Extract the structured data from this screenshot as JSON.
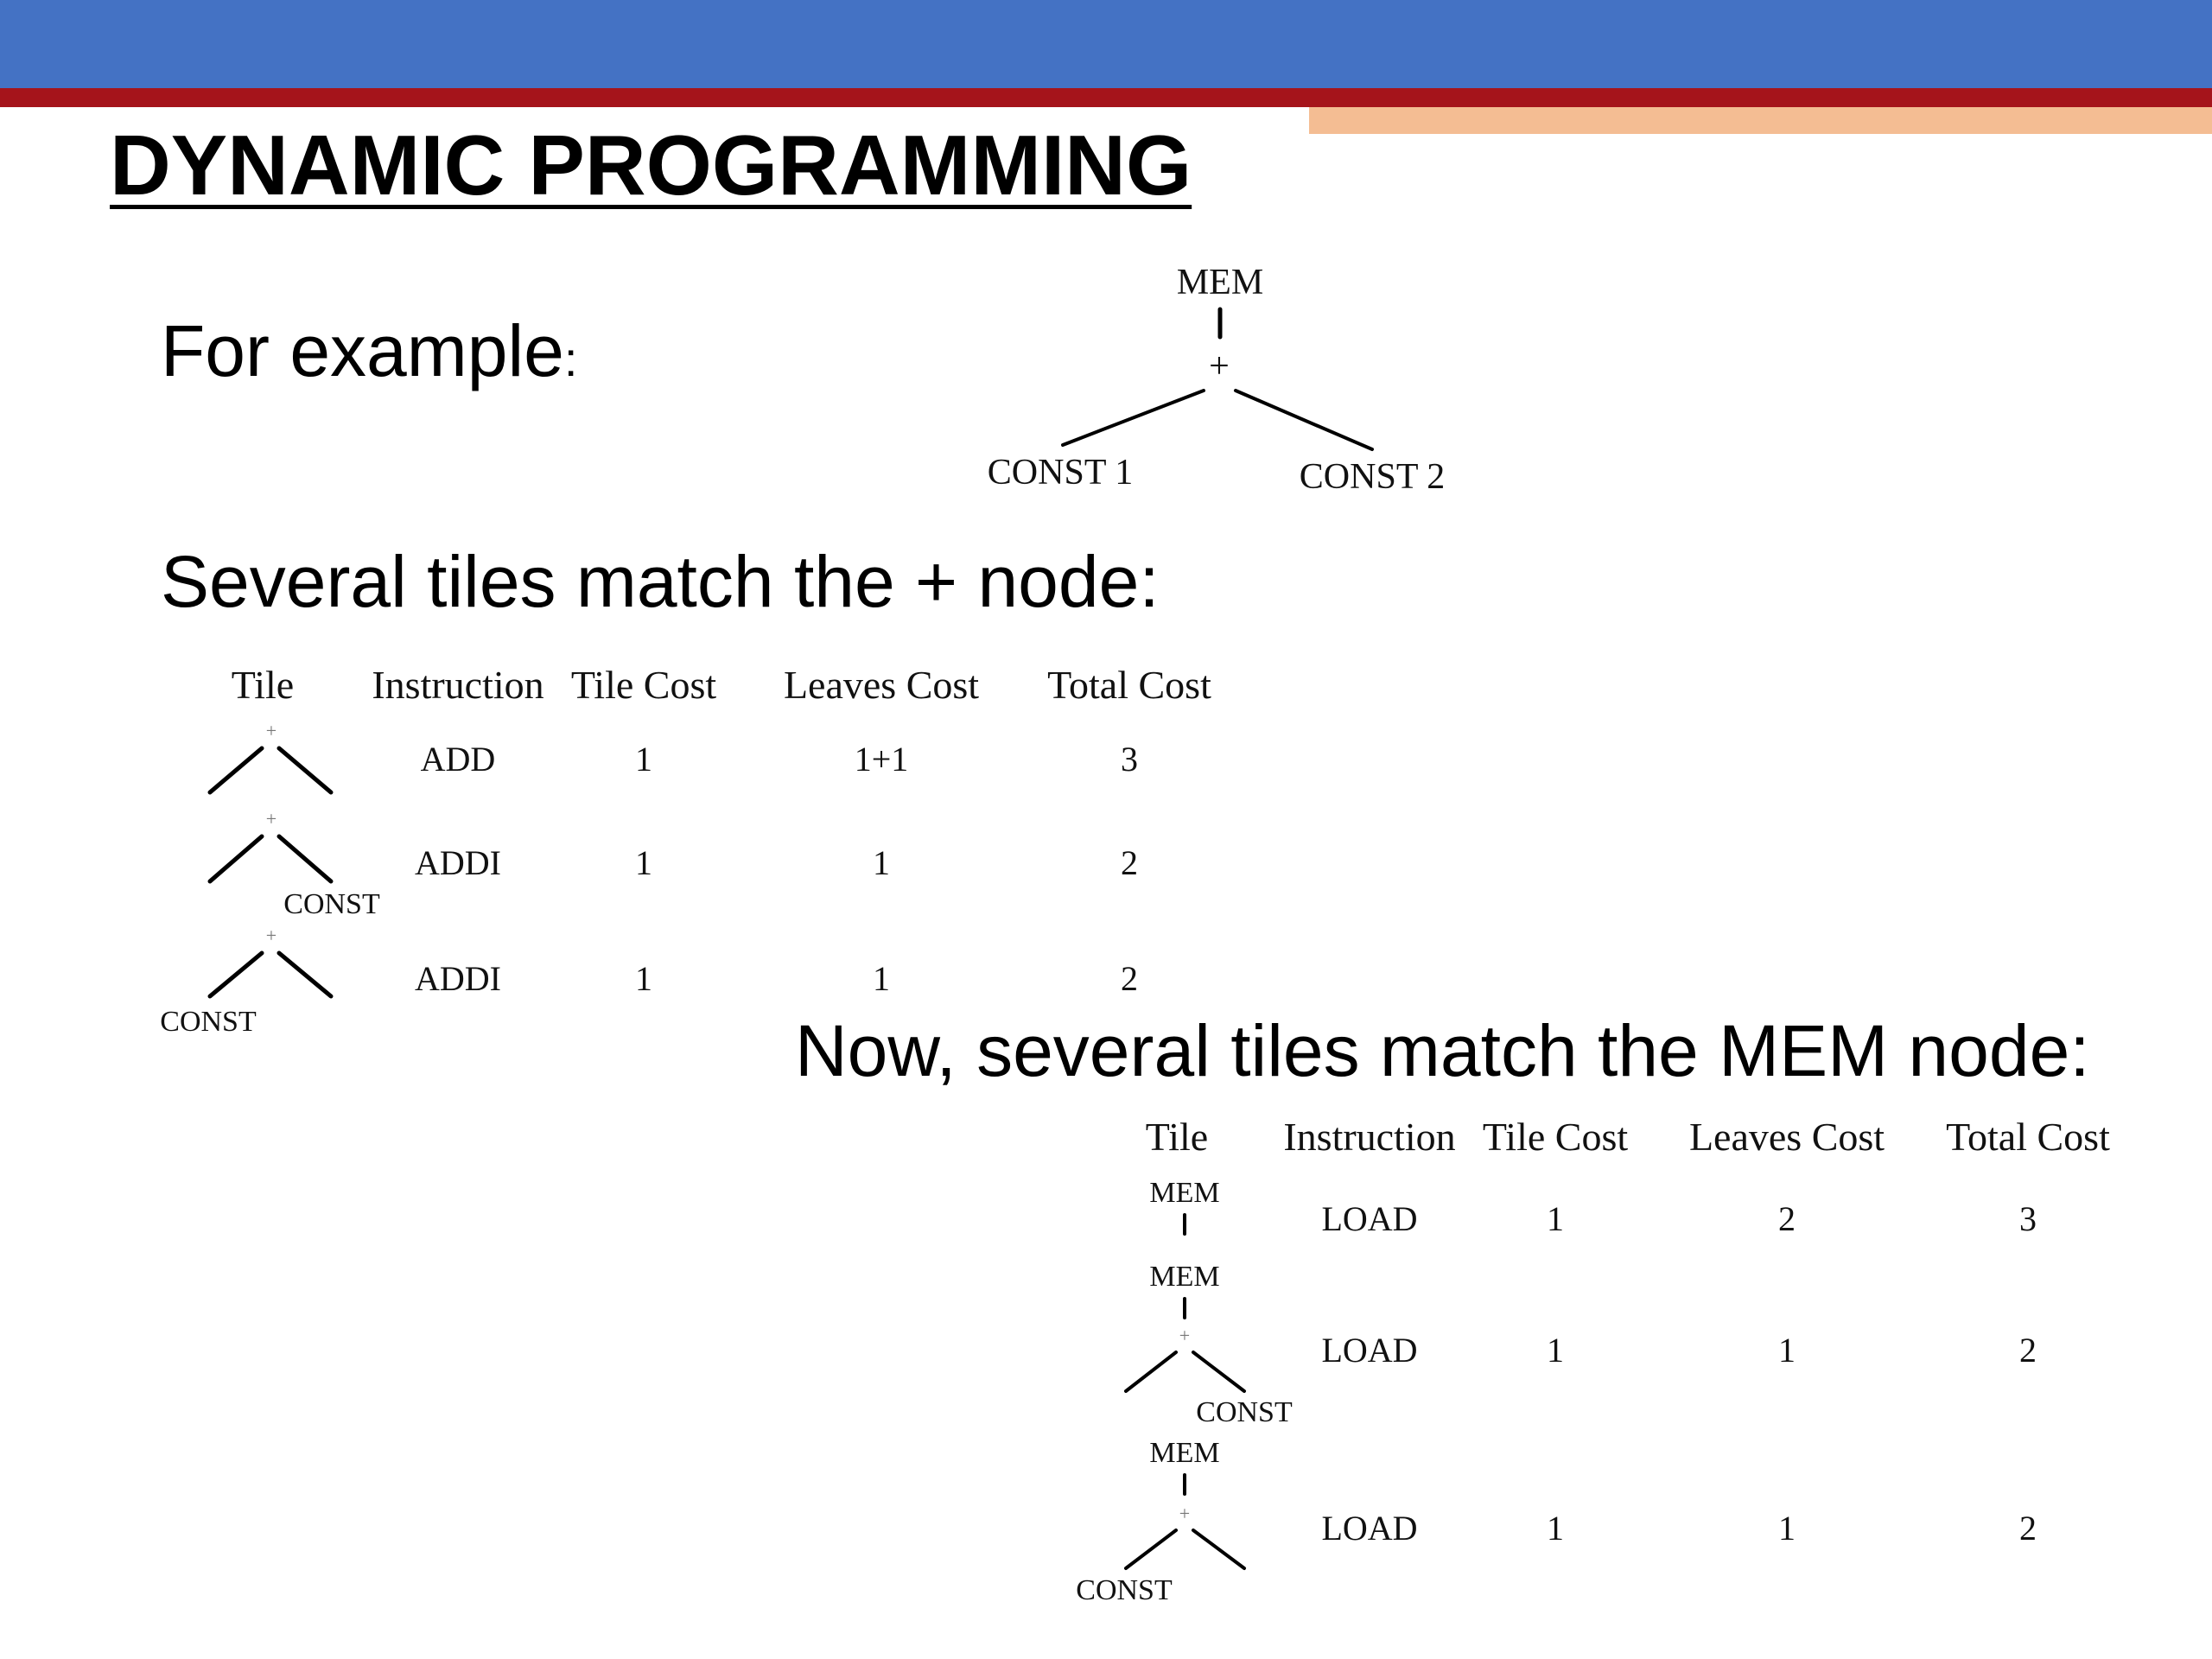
{
  "slide": {
    "title": "DYNAMIC PROGRAMMING",
    "example_label": "For  example",
    "example_colon": ":",
    "plus_node_text": "Several tiles match the + node:",
    "mem_node_text": "Now, several tiles match the MEM node:"
  },
  "colors": {
    "top_bar": "#4472c4",
    "red_stripe": "#a5141b",
    "peach_stripe": "#f4bd93"
  },
  "example_tree": {
    "root": "MEM",
    "op": "+",
    "left_leaf": "CONST 1",
    "right_leaf": "CONST 2"
  },
  "plus_table": {
    "headers": [
      "Tile",
      "Instruction",
      "Tile Cost",
      "Leaves Cost",
      "Total Cost"
    ],
    "rows": [
      {
        "tile_op": "+",
        "tile_leaf": "",
        "instruction": "ADD",
        "tile_cost": "1",
        "leaves_cost": "1+1",
        "total_cost": "3"
      },
      {
        "tile_op": "+",
        "tile_leaf": "CONST",
        "instruction": "ADDI",
        "tile_cost": "1",
        "leaves_cost": "1",
        "total_cost": "2"
      },
      {
        "tile_op": "+",
        "tile_leaf": "CONST",
        "instruction": "ADDI",
        "tile_cost": "1",
        "leaves_cost": "1",
        "total_cost": "2"
      }
    ]
  },
  "mem_table": {
    "headers": [
      "Tile",
      "Instruction",
      "Tile Cost",
      "Leaves Cost",
      "Total Cost"
    ],
    "rows": [
      {
        "tile_root": "MEM",
        "tile_op": "",
        "tile_leaf": "",
        "instruction": "LOAD",
        "tile_cost": "1",
        "leaves_cost": "2",
        "total_cost": "3"
      },
      {
        "tile_root": "MEM",
        "tile_op": "+",
        "tile_leaf": "CONST",
        "instruction": "LOAD",
        "tile_cost": "1",
        "leaves_cost": "1",
        "total_cost": "2"
      },
      {
        "tile_root": "MEM",
        "tile_op": "+",
        "tile_leaf": "CONST",
        "instruction": "LOAD",
        "tile_cost": "1",
        "leaves_cost": "1",
        "total_cost": "2"
      }
    ]
  }
}
